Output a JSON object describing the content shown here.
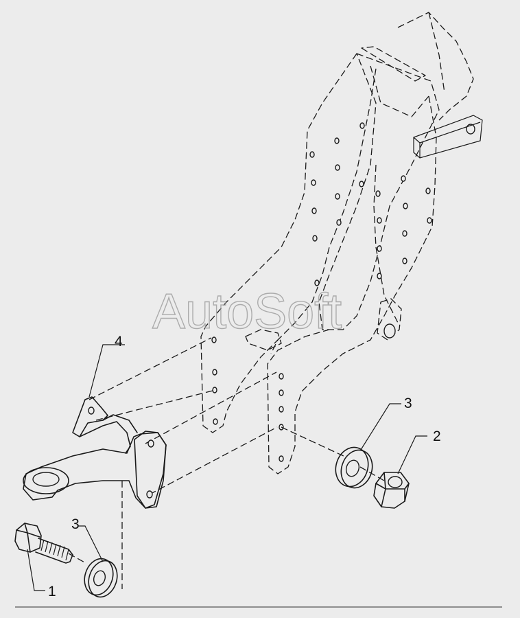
{
  "watermark": "AutoSoft",
  "callouts": [
    {
      "label": "1",
      "part": "bolt"
    },
    {
      "label": "2",
      "part": "nut"
    },
    {
      "label": "3",
      "part": "washer-right"
    },
    {
      "label": "3",
      "part": "washer-left"
    },
    {
      "label": "4",
      "part": "towing-eye-bracket"
    }
  ]
}
